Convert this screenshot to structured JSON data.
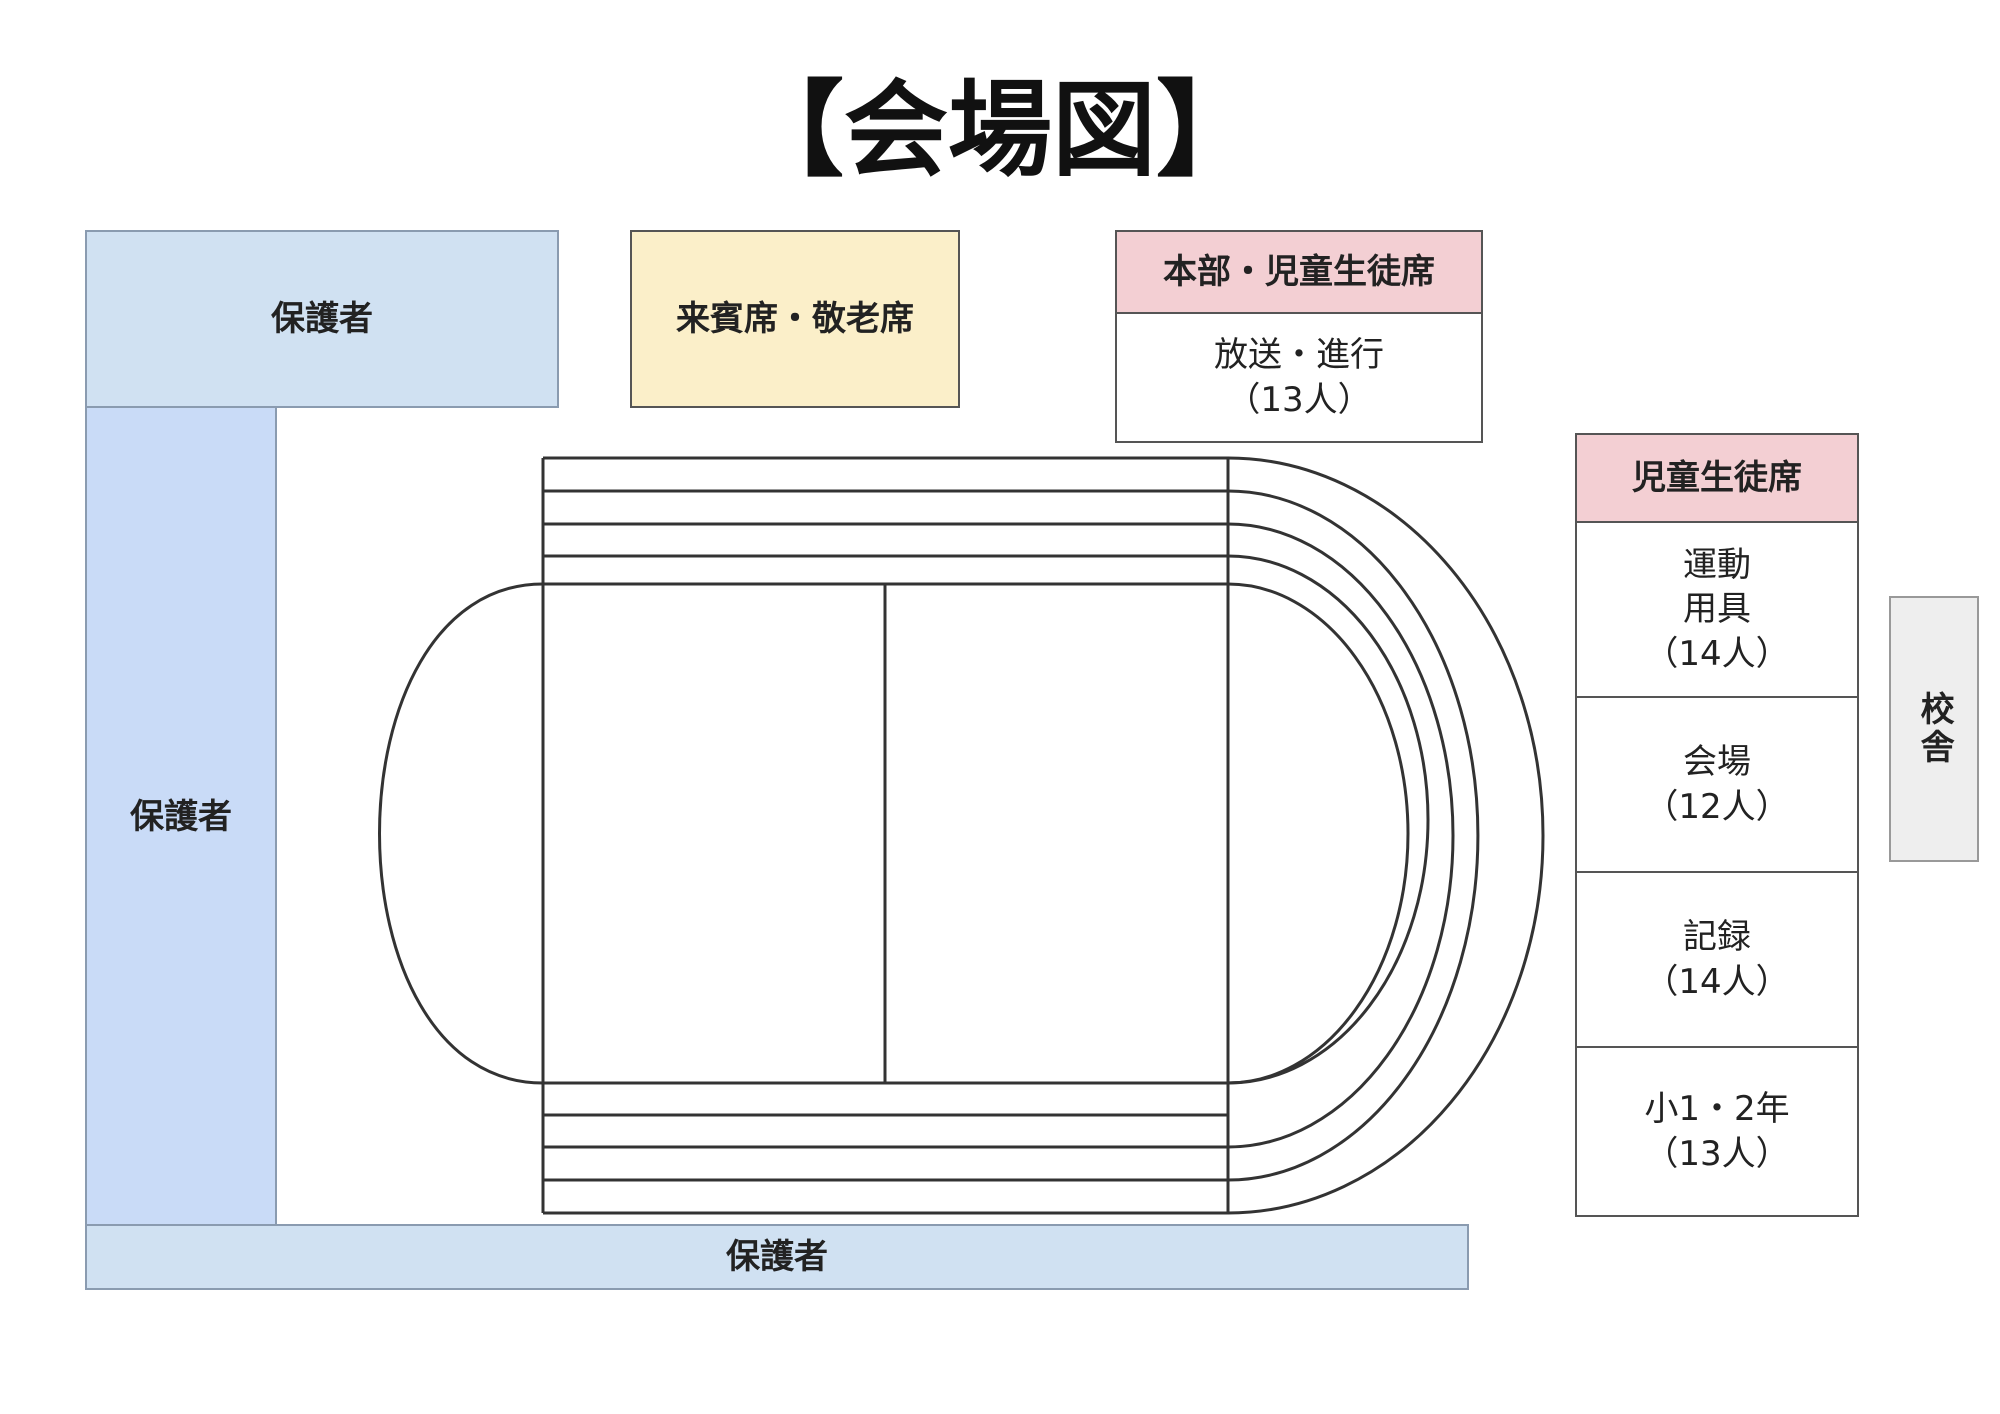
{
  "title": "【会場図】",
  "guardian_top": "保護者",
  "guardian_left": "保護者",
  "guardian_bottom": "保護者",
  "guest_seats": "来賓席・敬老席",
  "hq_panel": {
    "header": "本部・児童生徒席",
    "broadcast": "放送・進行\n（13人）"
  },
  "student_panel": {
    "header": "児童生徒席",
    "cells": [
      "運動\n用具\n（14人）",
      "会場\n（12人）",
      "記録\n（14人）",
      "小1・2年\n（13人）"
    ]
  },
  "school_building": "校舎",
  "colors": {
    "guardian": "#d0e1f2",
    "guest": "#fbefc9",
    "header": "#f3cfd3",
    "school": "#eeeeee"
  }
}
